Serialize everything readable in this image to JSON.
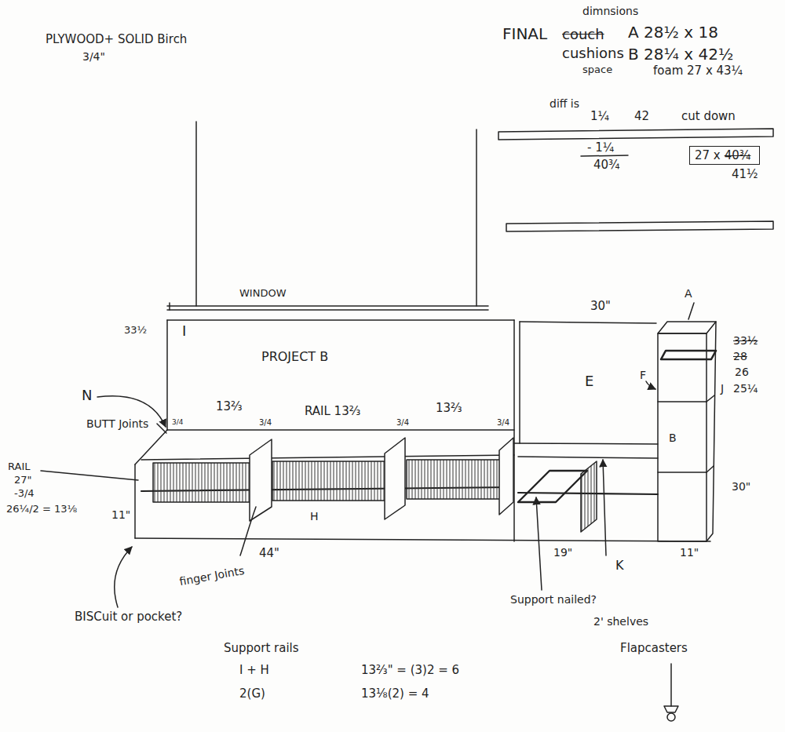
{
  "diagram": {
    "nodes": [
      {
        "text": [
          "27 x",
          "40¾"
        ]
      }
    ],
    "labels": [
      "PLYWOOD+ SOLID Birch",
      "3/4\"",
      "dimnsions",
      "FINAL",
      "couch",
      "A 28½ x 18",
      "cushions",
      "B 28¼ x 42½",
      "space",
      "foam 27 x 43¼",
      "diff is",
      "1¼",
      "42",
      "cut down",
      "- 1¼",
      "40¾",
      "41½",
      "WINDOW",
      "33½",
      "I",
      "PROJECT B",
      "N",
      "BUTT Joints",
      "3/4",
      "13⅔",
      "RAIL 13⅔",
      "3/4",
      "3/4",
      "13⅔",
      "3/4",
      "RAIL",
      "27\"",
      "-3/4",
      "26¼/2 = 13⅛",
      "11\"",
      "H",
      "44\"",
      "finger Joints",
      "BISCuit or pocket?",
      "30\"",
      "A",
      "F",
      "E",
      "J",
      "B",
      "33½",
      "28",
      "26",
      "25¼",
      "30\"",
      "Support nailed?",
      "19\"",
      "K",
      "11\"",
      "2' shelves",
      "Support rails",
      "I + H",
      "13⅔\" = (3)2 = 6",
      "2(G)",
      "13⅛(2) = 4",
      "Flapcasters"
    ]
  }
}
